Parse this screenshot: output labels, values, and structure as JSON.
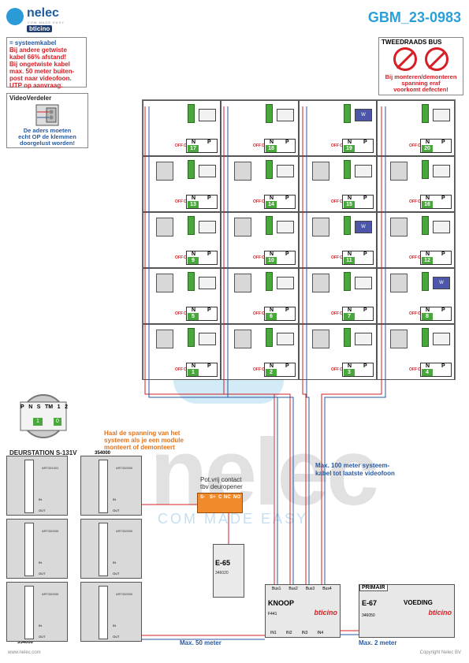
{
  "header": {
    "brand_name": "nelec",
    "brand_tagline": "COM MADE EASY",
    "brand_sub": "bticino",
    "doc_id": "GBM_23-0983"
  },
  "notes": {
    "kabel_legend": "= systeemkabel",
    "kabel_text": [
      "Bij andere getwiste",
      "kabel 66% afstand!",
      "Bij ongetwiste kabel",
      "max. 50 meter buiten-",
      "post naar videofoon.",
      "UTP op aanvraag."
    ],
    "vv_title": "VideoVerdeler",
    "vv_text": [
      "De aders moeten",
      "echt OP de klemmen",
      "doorgelust worden!"
    ],
    "bus_title": "TWEEDRAADS BUS",
    "bus_text": [
      "Bij monteren/demonteren",
      "spanning eraf",
      "voorkomt defecten!"
    ]
  },
  "grid": {
    "np_n": "N",
    "np_p": "P",
    "off_label": "OFF",
    "on_label": "ON",
    "w_label": "W",
    "rows": [
      {
        "numbers": [
          "17",
          "18",
          "19",
          "20"
        ],
        "w": [
          false,
          false,
          true,
          false
        ]
      },
      {
        "numbers": [
          "13",
          "14",
          "15",
          "16"
        ],
        "w": [
          false,
          false,
          false,
          false
        ]
      },
      {
        "numbers": [
          "9",
          "10",
          "11",
          "12"
        ],
        "w": [
          false,
          false,
          true,
          false
        ]
      },
      {
        "numbers": [
          "5",
          "6",
          "7",
          "8"
        ],
        "w": [
          false,
          false,
          false,
          true
        ]
      },
      {
        "numbers": [
          "1",
          "2",
          "3",
          "4"
        ],
        "w": [
          false,
          false,
          false,
          false
        ]
      }
    ]
  },
  "dip": {
    "labels": [
      "P",
      "N",
      "S",
      "TM",
      "1",
      "2"
    ],
    "values": [
      "1",
      "0"
    ]
  },
  "door": {
    "title": "DEURSTATION S-131V",
    "code_top": "354000",
    "code_bottom": "354000",
    "module_codes": [
      "ART331001",
      "ART332000",
      "ART332000",
      "ART332000",
      "ART332000",
      "ART332000"
    ],
    "in_label": "IN",
    "out_label": "OUT"
  },
  "annotations": {
    "haal": [
      "Haal de spanning van het",
      "systeem als je een module",
      "monteert of demonteert"
    ],
    "pot": [
      "Pot.vrij contact",
      "tbv deuropener"
    ],
    "max100": [
      "Max. 100 meter systeem-",
      "kabel tot laatste videofoon"
    ],
    "max50": "Max. 50 meter",
    "max2": "Max. 2 meter"
  },
  "relay": {
    "terminals": [
      "S-",
      "S+",
      "C",
      "NC",
      "NO"
    ]
  },
  "e65": {
    "title": "E-65",
    "code": "346020"
  },
  "knoop": {
    "title": "KNOOP",
    "code": "F441",
    "brand": "bticino",
    "outs": [
      "Bus1",
      "Bus2",
      "Bus3",
      "Bus4"
    ],
    "ins": [
      "IN1",
      "IN2",
      "IN3",
      "IN4"
    ]
  },
  "voeding": {
    "primair": "PRIMAIR",
    "title": "E-67",
    "voeding": "VOEDING",
    "code": "346050",
    "brand": "bticino"
  },
  "footer": {
    "left": "www.nelec.com",
    "right": "Copyright Nelec BV"
  },
  "colors": {
    "brand_blue": "#2aa0d8",
    "red": "#d61f26",
    "green": "#49a83b",
    "orange": "#f08a2a",
    "navy": "#2a5aa0"
  }
}
